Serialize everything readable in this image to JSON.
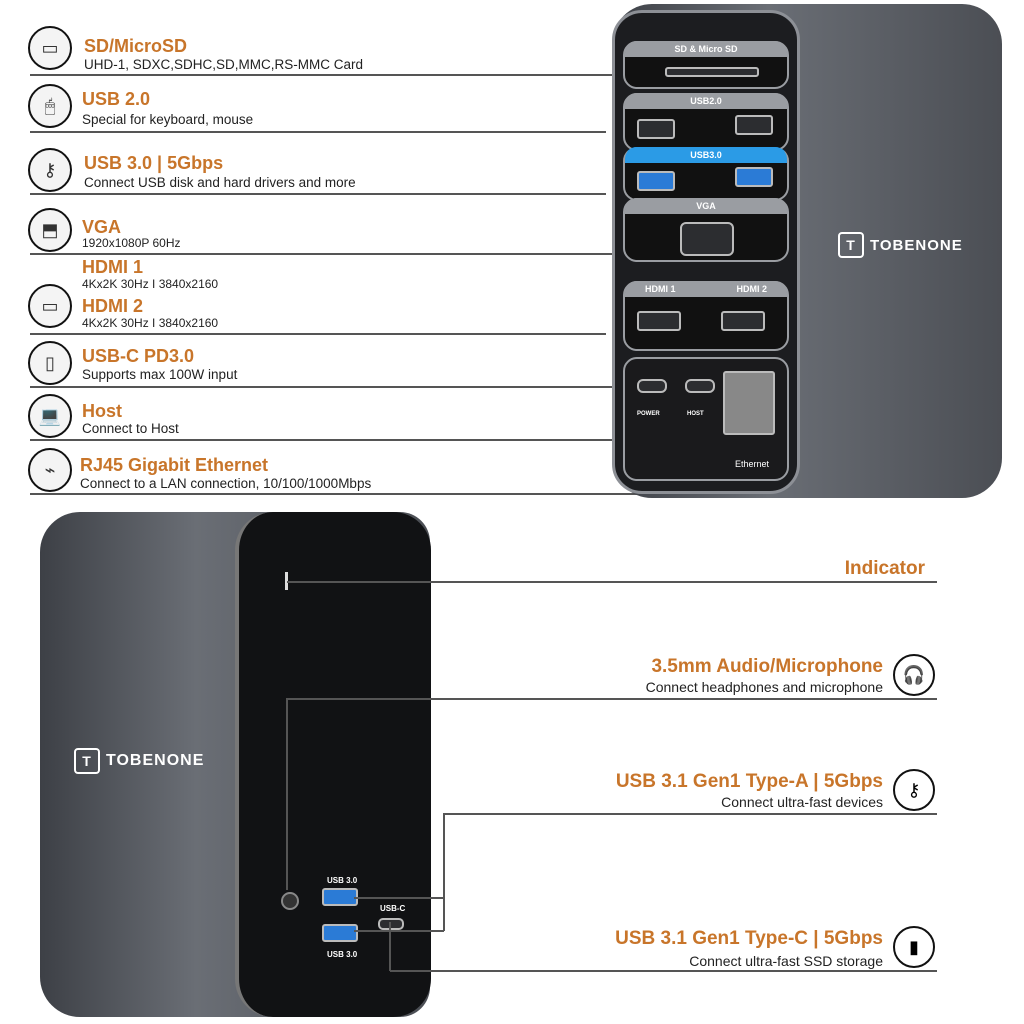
{
  "top_features": [
    {
      "title": "SD/MicroSD",
      "desc": "UHD-1, SDXC,SDHC,SD,MMC,RS-MMC Card",
      "icon": "sd-card-icon"
    },
    {
      "title": "USB 2.0",
      "desc": "Special for keyboard, mouse",
      "icon": "mouse-icon"
    },
    {
      "title": "USB 3.0 | 5Gbps",
      "desc": "Connect USB disk and hard drivers and more",
      "icon": "usb-drive-icon"
    },
    {
      "title": "VGA",
      "desc": "1920x1080P 60Hz",
      "icon": "vga-icon"
    },
    {
      "title": "HDMI 1",
      "desc": "4Kx2K 30Hz I 3840x2160",
      "icon": "hdmi-icon"
    },
    {
      "title": "HDMI 2",
      "desc": "4Kx2K 30Hz I 3840x2160"
    },
    {
      "title": "USB-C PD3.0",
      "desc": "Supports max 100W input",
      "icon": "charger-icon"
    },
    {
      "title": "Host",
      "desc": "Connect to Host",
      "icon": "laptop-icon"
    },
    {
      "title": "RJ45 Gigabit Ethernet",
      "desc": "Connect to a LAN connection, 10/100/1000Mbps",
      "icon": "ethernet-cable-icon"
    }
  ],
  "device_labels": {
    "sd": "SD & Micro SD",
    "usb2": "USB2.0",
    "usb3": "USB3.0",
    "vga": "VGA",
    "hdmi1": "HDMI 1",
    "hdmi2": "HDMI 2",
    "power": "POWER",
    "host": "HOST",
    "ethernet": "Ethernet",
    "brand": "TOBENONE",
    "logo": "T",
    "front_usb_top": "USB 3.0",
    "front_usb_bottom": "USB 3.0",
    "front_usbc": "USB-C"
  },
  "bottom_features": [
    {
      "title": "Indicator"
    },
    {
      "title": "3.5mm Audio/Microphone",
      "desc": "Connect headphones and microphone",
      "icon": "headphones-icon"
    },
    {
      "title": "USB 3.1 Gen1 Type-A | 5Gbps",
      "desc": "Connect ultra-fast devices",
      "icon": "usb-drive-icon"
    },
    {
      "title": "USB 3.1 Gen1 Type-C | 5Gbps",
      "desc": "Connect ultra-fast SSD storage",
      "icon": "ssd-icon"
    }
  ],
  "colors": {
    "accent": "#c8752a",
    "usb3_blue": "#2b7bd6"
  }
}
